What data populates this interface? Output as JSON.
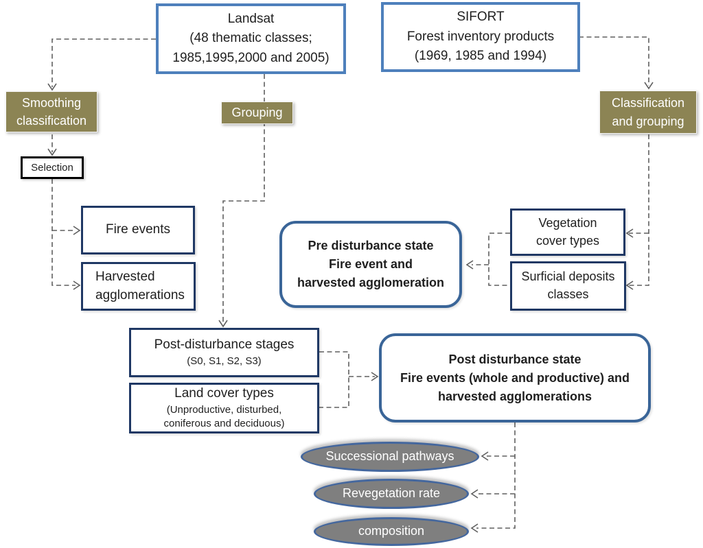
{
  "nodes": {
    "landsat": {
      "lines": [
        "Landsat",
        "(48 thematic classes;",
        "1985,1995,2000 and 2005)"
      ]
    },
    "sifort": {
      "lines": [
        "SIFORT",
        "Forest inventory products",
        "(1969, 1985 and 1994)"
      ]
    },
    "smoothing": {
      "lines": [
        "Smoothing",
        "classification"
      ]
    },
    "grouping": {
      "label": "Grouping"
    },
    "classification_grouping": {
      "lines": [
        "Classification",
        "and grouping"
      ]
    },
    "selection": {
      "label": "Selection"
    },
    "fire_events": {
      "label": "Fire events"
    },
    "harvested": {
      "lines": [
        "Harvested",
        "agglomerations"
      ]
    },
    "pre_state": {
      "lines": [
        "Pre disturbance state",
        "Fire event and",
        "harvested agglomeration"
      ]
    },
    "vegetation": {
      "lines": [
        "Vegetation",
        "cover types"
      ]
    },
    "surficial": {
      "lines": [
        "Surficial deposits",
        "classes"
      ]
    },
    "post_stages": {
      "title": "Post-disturbance stages",
      "subtitle": "(S0, S1, S2, S3)"
    },
    "land_cover": {
      "title": "Land cover types",
      "sub_lines": [
        "(Unproductive, disturbed,",
        "coniferous and deciduous)"
      ]
    },
    "post_state": {
      "lines": [
        "Post disturbance state",
        "Fire events (whole and productive) and",
        "harvested agglomerations"
      ]
    },
    "successional": {
      "label": "Successional pathways"
    },
    "revegetation": {
      "label": "Revegetation rate"
    },
    "composition": {
      "label": "composition"
    }
  },
  "colors": {
    "source_border_blue": "#4E80BC",
    "process_fill_olive": "#8C8454",
    "data_border_navy": "#1F3864",
    "state_border_steel": "#3A6598",
    "outcome_fill_gray": "#7F7F7F",
    "outcome_border_blue": "#44679E",
    "selection_border": "#000000",
    "connector_gray": "#5F5F5F"
  }
}
